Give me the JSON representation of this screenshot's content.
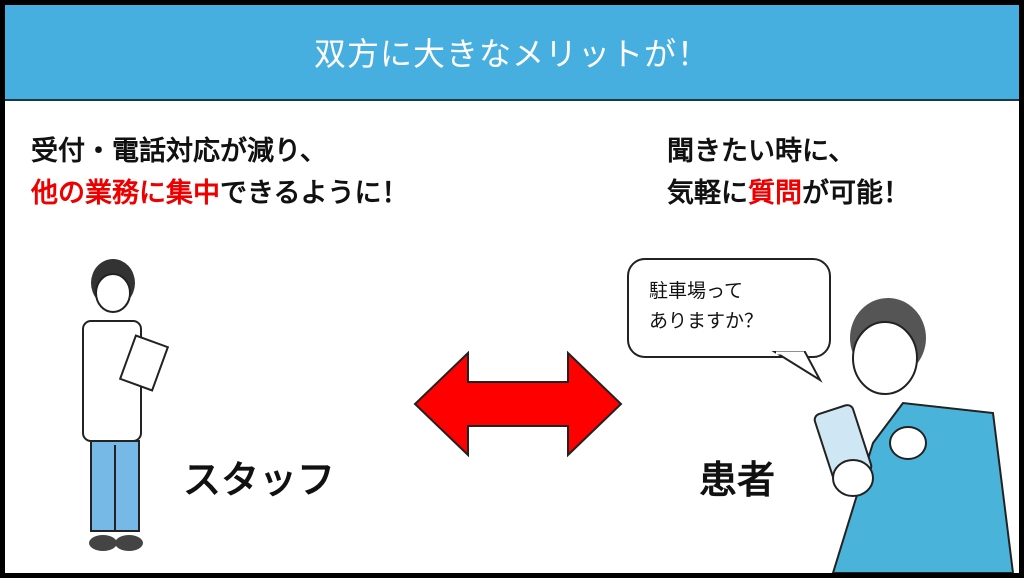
{
  "header": {
    "title": "双方に大きなメリットが！"
  },
  "left": {
    "line1": "受付・電話対応が減り、",
    "line2_red": "他の業務に集中",
    "line2_rest": "できるように！",
    "label": "スタッフ"
  },
  "right": {
    "line1": "聞きたい時に、",
    "line2_a": "気軽に",
    "line2_red": "質問",
    "line2_b": "が可能！",
    "label": "患者",
    "bubble_line1": "駐車場って",
    "bubble_line2": "ありますか？"
  },
  "colors": {
    "header": "#47aee0",
    "accent": "#ee0000",
    "arrow": "#ff0000"
  }
}
